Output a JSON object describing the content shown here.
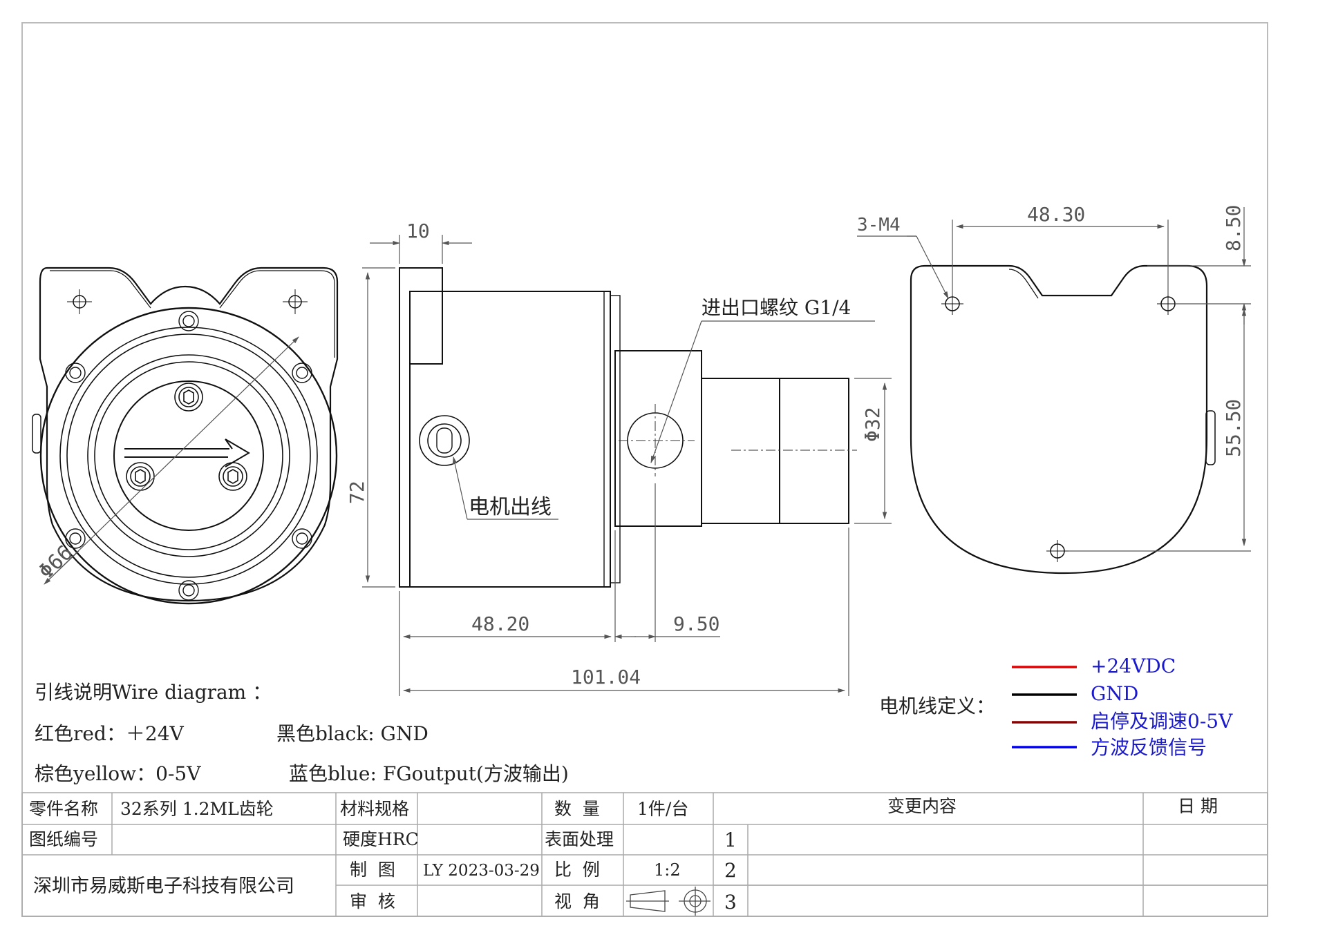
{
  "views": {
    "front": {
      "diameter_label": "Φ66"
    },
    "side": {
      "dim_flange": "10",
      "dim_height": "72",
      "dim_body": "48.20",
      "dim_neck": "9.50",
      "dim_total": "101.04",
      "dim_pump_dia": "Φ32",
      "callout_port": "进出口螺纹 G1/4",
      "callout_motor": "电机出线"
    },
    "rear": {
      "hole_label": "3-M4",
      "dim_width": "48.30",
      "dim_top": "8.50",
      "dim_vertical": "55.50"
    }
  },
  "wire_notes": {
    "title": "引线说明Wire diagram ：",
    "red": "红色red：＋24V",
    "black": "黑色black: GND",
    "brown": "棕色yellow：0-5V",
    "blue": "蓝色blue: FGoutput(方波输出)"
  },
  "legend": {
    "title": "电机线定义：",
    "items": [
      {
        "color": "#e00000",
        "label": "+24VDC"
      },
      {
        "color": "#000000",
        "label": "GND"
      },
      {
        "color": "#8b0000",
        "label": "启停及调速0-5V"
      },
      {
        "color": "#0000ee",
        "label": "方波反馈信号"
      }
    ],
    "text_color": "#1a1acc"
  },
  "title_block": {
    "part_name_label": "零件名称",
    "part_name_value": "32系列 1.2ML齿轮",
    "material_label": "材料规格",
    "material_value": "",
    "qty_label": "数  量",
    "qty_value": "1件/台",
    "change_label": "变更内容",
    "date_label": "日 期",
    "drawing_no_label": "图纸编号",
    "drawing_no_value": "",
    "hardness_label": "硬度HRC",
    "hardness_value": "",
    "surface_label": "表面处理",
    "surface_value": "",
    "company": "深圳市易威斯电子科技有限公司",
    "drawn_label": "制  图",
    "drawn_value": "LY 2023-03-29",
    "scale_label": "比  例",
    "scale_value": "1:2",
    "check_label": "审  核",
    "check_value": "",
    "view_label": "视  角",
    "rows": [
      "1",
      "2",
      "3"
    ]
  }
}
